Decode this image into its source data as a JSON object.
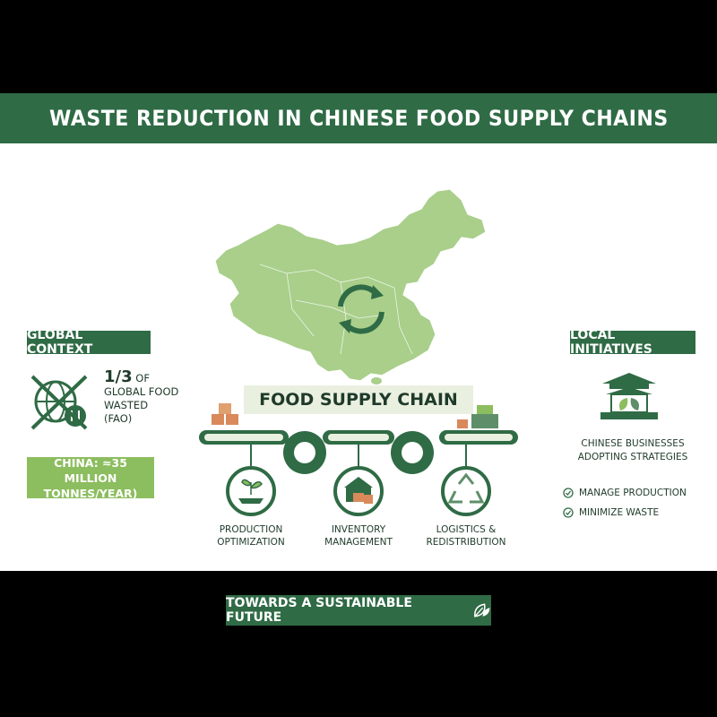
{
  "header": {
    "title": "WASTE REDUCTION IN CHINESE FOOD SUPPLY CHAINS"
  },
  "global": {
    "label": "GLOBAL CONTEXT",
    "stat_big": "1/3",
    "stat_of": " OF",
    "stat_line2": "GLOBAL FOOD",
    "stat_line3": "WASTED",
    "stat_line4": "(FAO)",
    "china_line1": "CHINA: ≈35 MILLION",
    "china_line2": "TONNES/YEAR)"
  },
  "chain": {
    "title": "FOOD SUPPLY CHAIN",
    "steps": [
      {
        "line1": "PRODUCTION",
        "line2": "OPTIMIZATION"
      },
      {
        "line1": "INVENTORY",
        "line2": "MANAGEMENT"
      },
      {
        "line1": "LOGISTICS &",
        "line2": "REDISTRIBUTION"
      }
    ]
  },
  "local": {
    "label": "LOCAL INITIATIVES",
    "line1": "CHINESE BUSINESSES",
    "line2": "ADOPTING STRATEGIES",
    "checks": [
      "MANAGE PRODUCTION",
      "MINIMIZE WASTE"
    ]
  },
  "footer": {
    "label": "TOWARDS A SUSTAINABLE FUTURE"
  },
  "colors": {
    "dark_green": "#2f6b45",
    "light_green": "#8cbd5f",
    "map_green": "#a9cf8b"
  }
}
